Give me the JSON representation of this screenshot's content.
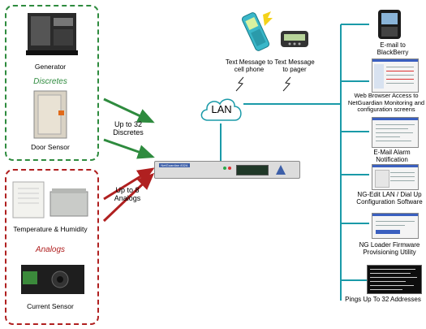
{
  "discretes_group": {
    "title": "Discretes",
    "generator_label": "Generator",
    "door_sensor_label": "Door Sensor"
  },
  "analogs_group": {
    "title": "Analogs",
    "temp_label": "Temperature & Humidity",
    "current_label": "Current Sensor"
  },
  "links": {
    "discretes_label": "Up to 32 Discretes",
    "analogs_label": "Up to 8 Analogs"
  },
  "lan": {
    "label": "LAN"
  },
  "device": {
    "name": "NetGuardian 832A"
  },
  "messaging": {
    "cell_label": "Text Message to cell phone",
    "pager_label": "Text Message to pager"
  },
  "outputs": [
    {
      "label": "E-mail to BlackBerry"
    },
    {
      "label": "Web Browser Access to NetGuardian Monitoring and configuration screens"
    },
    {
      "label": "E-Mail Alarm Notification"
    },
    {
      "label": "NG-Edit LAN / Dial Up Configuration Software"
    },
    {
      "label": "NG Loader Firmware Provisioning Utility"
    },
    {
      "label": "Pings Up To 32 Addresses"
    }
  ],
  "colors": {
    "discretes": "#2e8b3e",
    "analogs": "#b02020",
    "network": "#1a9aa8"
  }
}
